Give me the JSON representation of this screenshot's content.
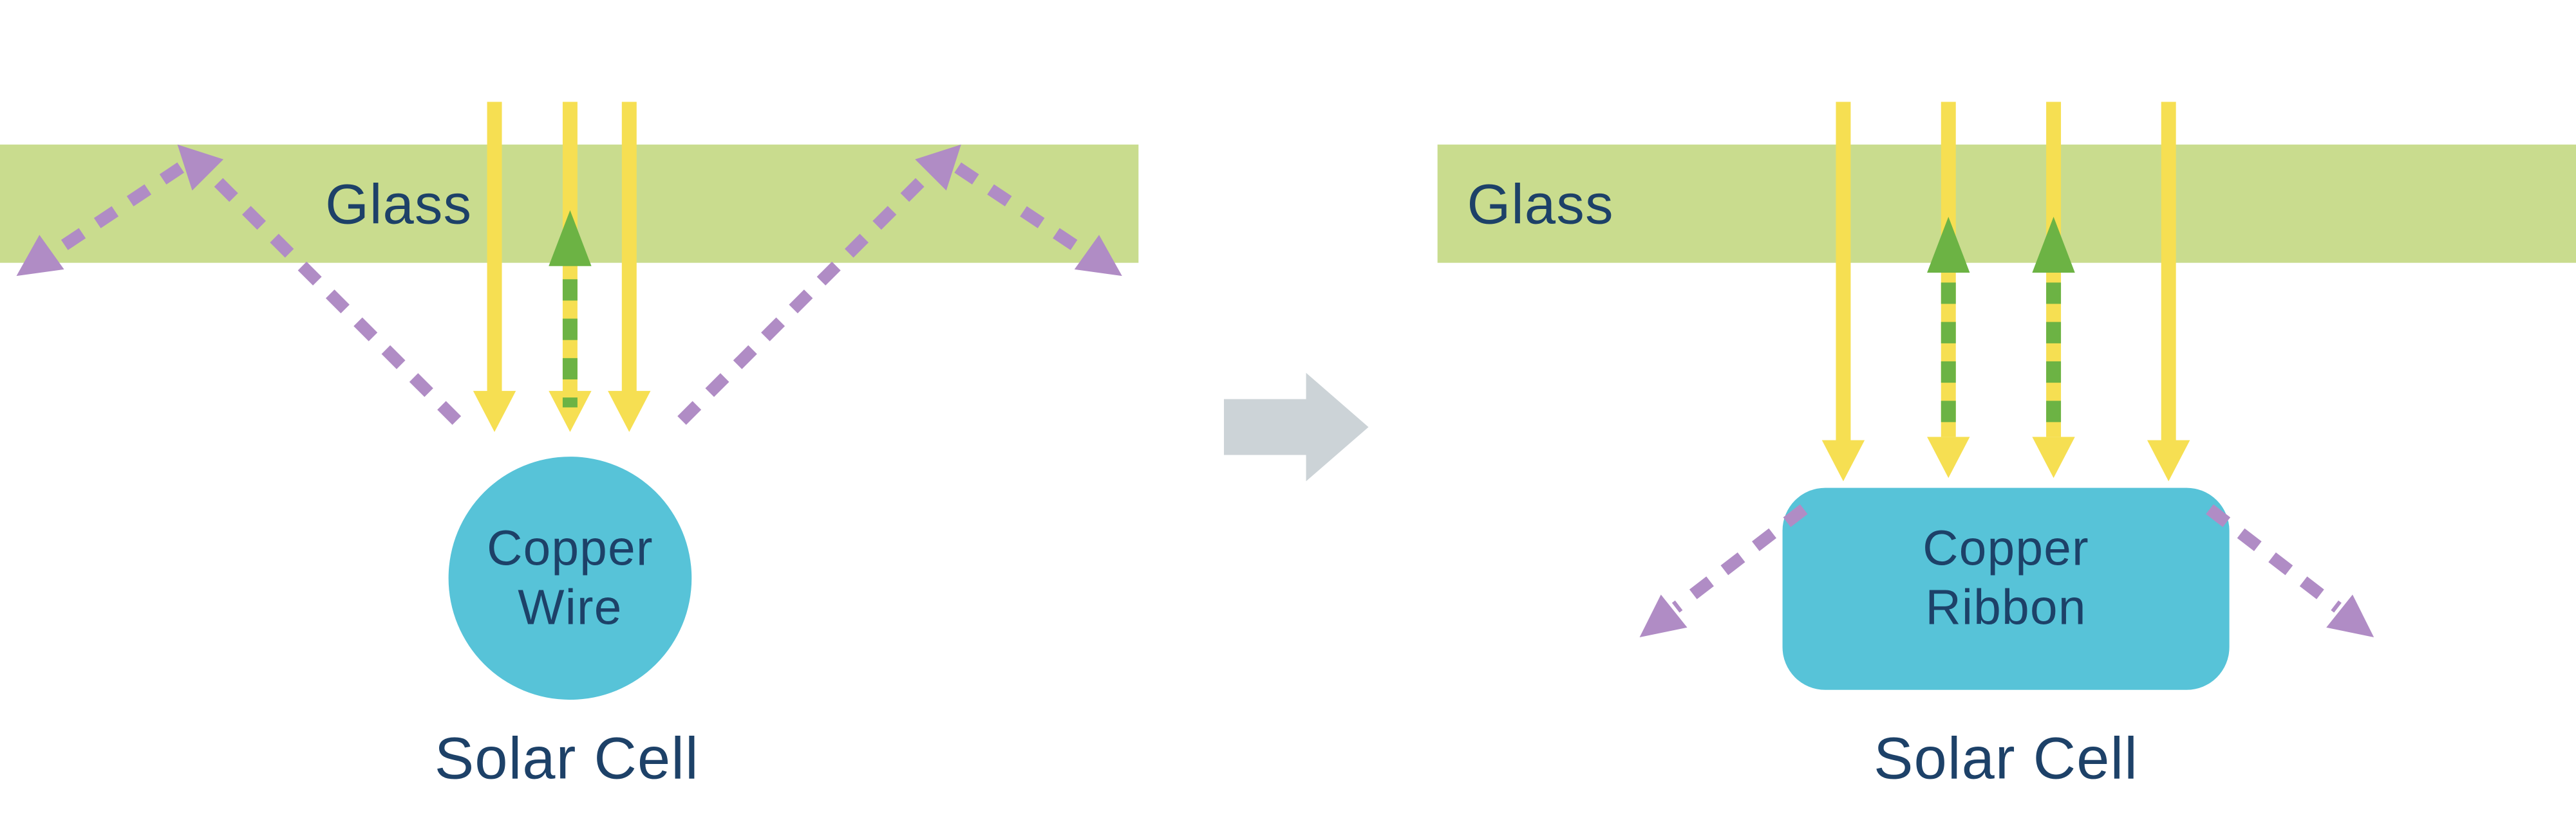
{
  "colors": {
    "glass": "#c9dc8e",
    "sunlight": "#f6df52",
    "absorbed": "#6cb344",
    "reflected": "#b08cc5",
    "copper": "#57c3d8",
    "navy": "#1d4168",
    "transition": "#ccd3d7",
    "bg": "#ffffff"
  },
  "left_panel": {
    "glass_label": "Glass",
    "component_label_line1": "Copper",
    "component_label_line2": "Wire",
    "caption": "Solar Cell"
  },
  "right_panel": {
    "glass_label": "Glass",
    "component_label_line1": "Copper",
    "component_label_line2": "Ribbon",
    "caption": "Solar Cell"
  }
}
